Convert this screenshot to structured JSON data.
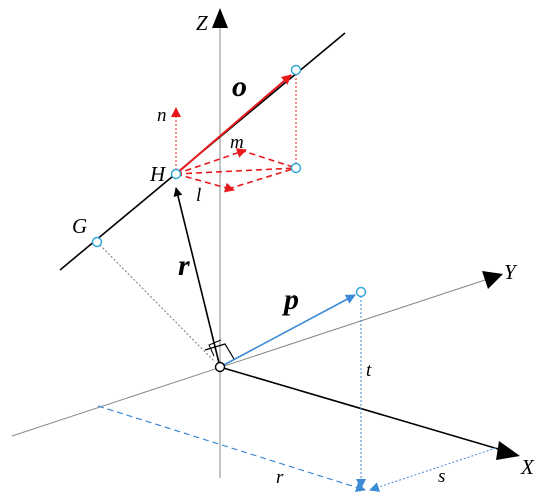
{
  "diagram": {
    "axes": {
      "x": "X",
      "y": "Y",
      "z": "Z"
    },
    "points": {
      "g": "G",
      "h": "H"
    },
    "vectors": {
      "o": "o",
      "r": "r",
      "p": "p"
    },
    "components": {
      "n": "n",
      "m": "m",
      "l": "l"
    },
    "projections": {
      "r": "r",
      "s": "s",
      "t": "t"
    },
    "colors": {
      "black": "#000000",
      "red": "#e8191c",
      "blue": "#3d8ad6",
      "gray": "#808080",
      "point_fill": "#ffffff",
      "point_stroke": "#2aa6d9"
    }
  }
}
